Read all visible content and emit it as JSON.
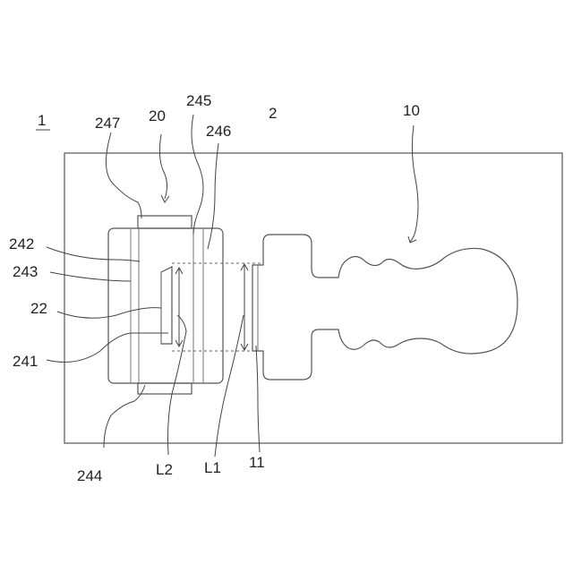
{
  "figure": {
    "labels": {
      "device": "1",
      "base": "2",
      "connector_body": "20",
      "plug": "10",
      "plug_tip": "11",
      "slot": "22",
      "part_241": "241",
      "part_242": "242",
      "part_243": "243",
      "part_244": "244",
      "part_245": "245",
      "part_246": "246",
      "part_247": "247",
      "length_1": "L1",
      "length_2": "L2"
    },
    "line_color": "#555555"
  }
}
